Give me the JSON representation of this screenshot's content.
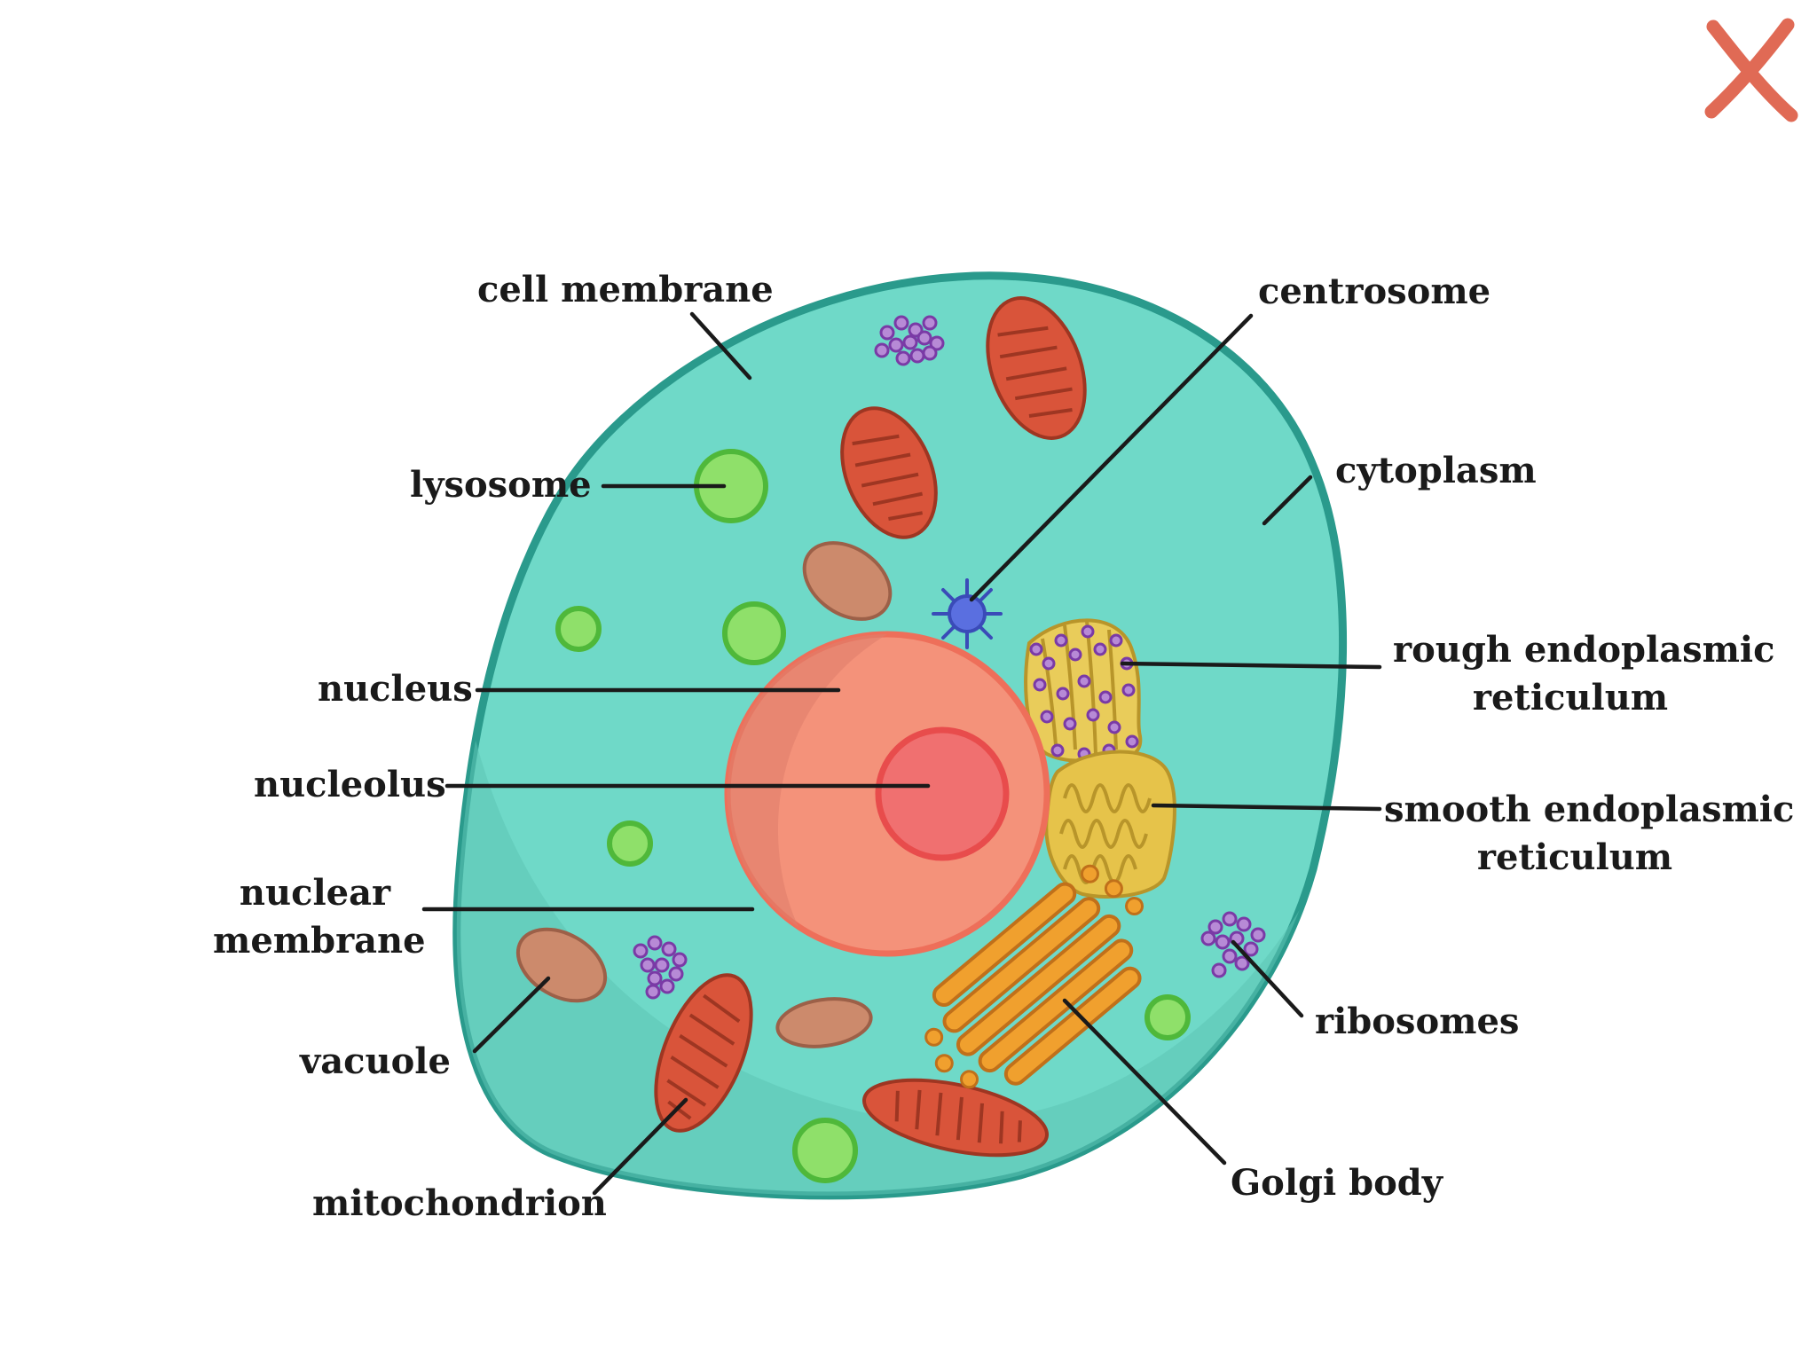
{
  "labels": {
    "cell_membrane": "cell membrane",
    "lysosome": "lysosome",
    "nucleus": "nucleus",
    "nucleolus": "nucleolus",
    "nuclear_membrane_line1": "nuclear",
    "nuclear_membrane_line2": "membrane",
    "vacuole": "vacuole",
    "mitochondrion": "mitochondrion",
    "centrosome": "centrosome",
    "cytoplasm": "cytoplasm",
    "rough_er_line1": "rough endoplasmic",
    "rough_er_line2": "reticulum",
    "smooth_er_line1": "smooth endoplasmic",
    "smooth_er_line2": "reticulum",
    "ribosomes": "ribosomes",
    "golgi_body": "Golgi body"
  },
  "icons": {
    "close": "close-x-icon"
  },
  "colors": {
    "cytoplasm": "#6fd9c8",
    "membrane": "#2a9a8c",
    "nucleus": "#f4927a",
    "nucleolus": "#f07070",
    "mitochondrion": "#d9543a",
    "lysosome": "#8fe06a",
    "vacuole": "#cc8a6c",
    "ribosome": "#9a4fc0",
    "rough_er": "#e9cc5a",
    "smooth_er": "#e6c34a",
    "golgi": "#f0a02e",
    "centrosome": "#5a6fe0",
    "close_x": "#e06a55"
  }
}
